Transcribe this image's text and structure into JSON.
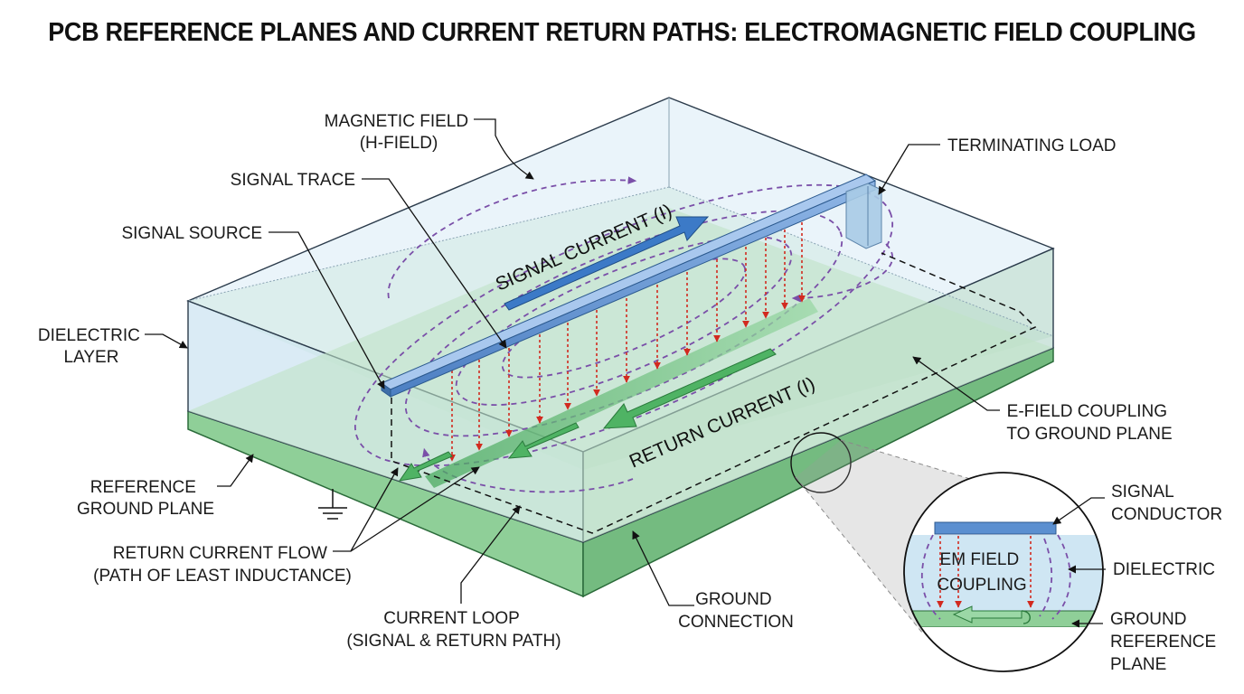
{
  "title": "PCB REFERENCE PLANES AND CURRENT RETURN PATHS: ELECTROMAGNETIC FIELD COUPLING",
  "labels": {
    "magnetic_field": [
      "MAGNETIC FIELD",
      "(H-FIELD)"
    ],
    "signal_trace": "SIGNAL TRACE",
    "signal_source": "SIGNAL SOURCE",
    "dielectric_layer": [
      "DIELECTRIC",
      "LAYER"
    ],
    "reference_ground_plane": [
      "REFERENCE",
      "GROUND PLANE"
    ],
    "return_current_flow": [
      "RETURN CURRENT FLOW",
      "(PATH OF LEAST INDUCTANCE)"
    ],
    "current_loop": [
      "CURRENT LOOP",
      "(SIGNAL & RETURN PATH)"
    ],
    "ground_connection": [
      "GROUND",
      "CONNECTION"
    ],
    "terminating_load": "TERMINATING LOAD",
    "efield_coupling": [
      "E-FIELD COUPLING",
      "TO GROUND PLANE"
    ],
    "signal_current_arrow": "SIGNAL CURRENT (I)",
    "return_current_arrow": "RETURN CURRENT (I)"
  },
  "inset": {
    "signal_conductor": [
      "SIGNAL",
      "CONDUCTOR"
    ],
    "dielectric": "DIELECTRIC",
    "ground_reference_plane": [
      "GROUND",
      "REFERENCE",
      "PLANE"
    ],
    "em_field_coupling": [
      "EM FIELD",
      "COUPLING"
    ]
  },
  "colors": {
    "trace": "#5b8fd0",
    "ground": "#8fcf98",
    "dielectric": "#dcecf6",
    "hfield": "#7a4fa8",
    "efield": "#d22a1f",
    "return": "#4fb364"
  }
}
